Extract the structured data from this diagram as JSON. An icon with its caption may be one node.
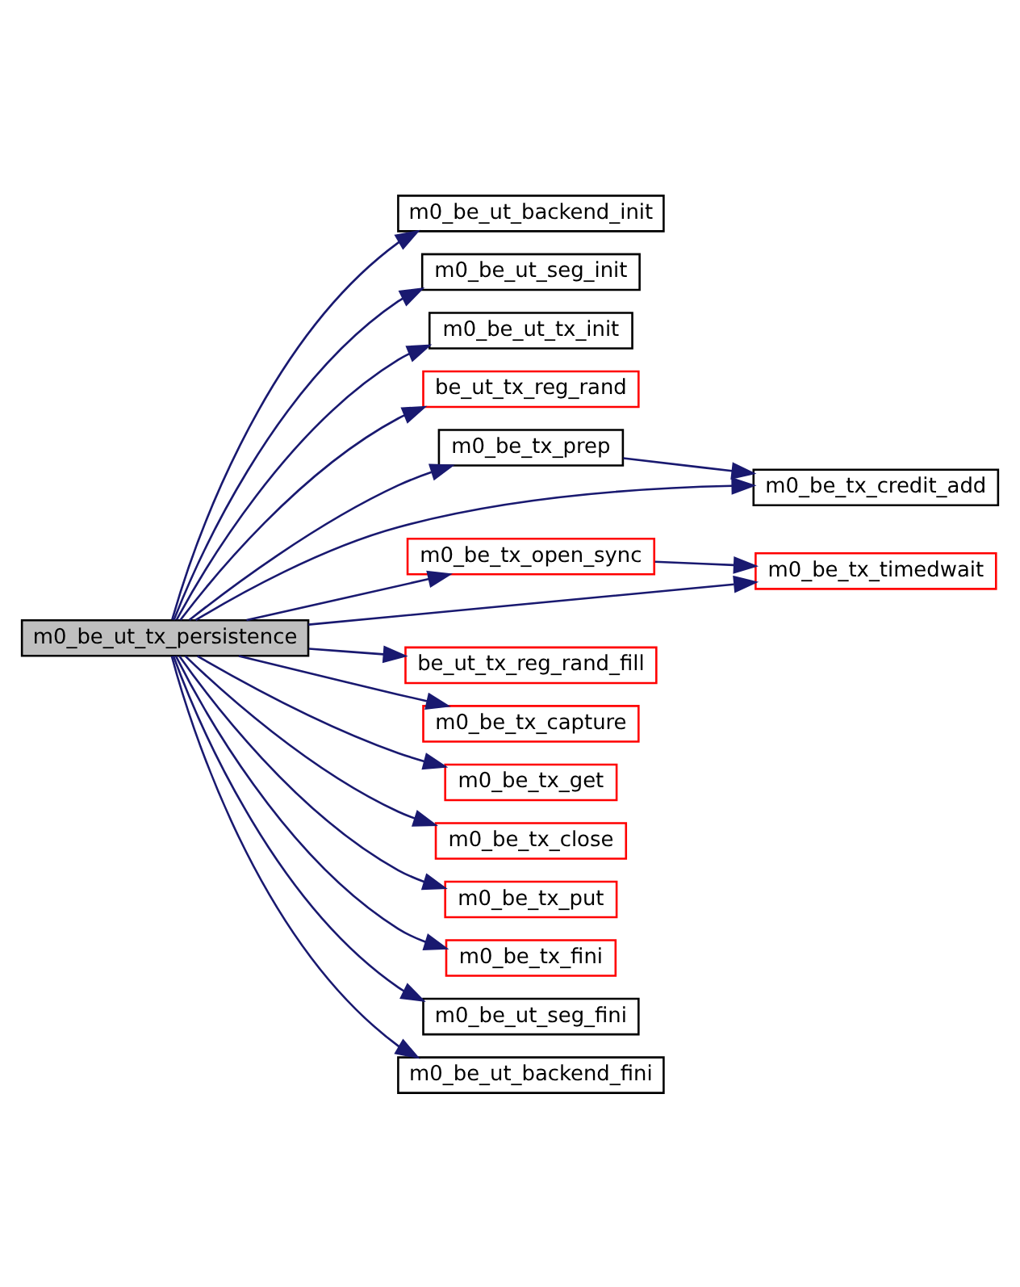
{
  "diagram": {
    "nodes": [
      {
        "text": [
          "m0_be_ut_tx_persistence"
        ]
      },
      {
        "text": [
          "m0_be_ut_backend_init"
        ]
      },
      {
        "text": [
          "m0_be_ut_seg_init"
        ]
      },
      {
        "text": [
          "m0_be_ut_tx_init"
        ]
      },
      {
        "text": [
          "be_ut_tx_reg_rand"
        ]
      },
      {
        "text": [
          "m0_be_tx_prep"
        ]
      },
      {
        "text": [
          "m0_be_tx_credit_add"
        ]
      },
      {
        "text": [
          "m0_be_tx_open_sync"
        ]
      },
      {
        "text": [
          "m0_be_tx_timedwait"
        ]
      },
      {
        "text": [
          "be_ut_tx_reg_rand_fill"
        ]
      },
      {
        "text": [
          "m0_be_tx_capture"
        ]
      },
      {
        "text": [
          "m0_be_tx_get"
        ]
      },
      {
        "text": [
          "m0_be_tx_close"
        ]
      },
      {
        "text": [
          "m0_be_tx_put"
        ]
      },
      {
        "text": [
          "m0_be_tx_fini"
        ]
      },
      {
        "text": [
          "m0_be_ut_seg_fini"
        ]
      },
      {
        "text": [
          "m0_be_ut_backend_fini"
        ]
      }
    ],
    "edges": [
      {
        "from": 0,
        "to": 1,
        "arrow": "to"
      },
      {
        "from": 0,
        "to": 2,
        "arrow": "to"
      },
      {
        "from": 0,
        "to": 3,
        "arrow": "to"
      },
      {
        "from": 0,
        "to": 4,
        "arrow": "to"
      },
      {
        "from": 0,
        "to": 6,
        "arrow": "to"
      },
      {
        "from": 0,
        "to": 5,
        "arrow": "to"
      },
      {
        "from": 5,
        "to": 6,
        "arrow": "to"
      },
      {
        "from": 0,
        "to": 7,
        "arrow": "to"
      },
      {
        "from": 7,
        "to": 8,
        "arrow": "to"
      },
      {
        "from": 0,
        "to": 8,
        "arrow": "to"
      },
      {
        "from": 0,
        "to": 9,
        "arrow": "to"
      },
      {
        "from": 0,
        "to": 10,
        "arrow": "to"
      },
      {
        "from": 0,
        "to": 11,
        "arrow": "to"
      },
      {
        "from": 0,
        "to": 12,
        "arrow": "to"
      },
      {
        "from": 0,
        "to": 13,
        "arrow": "to"
      },
      {
        "from": 0,
        "to": 14,
        "arrow": "to"
      },
      {
        "from": 0,
        "to": 15,
        "arrow": "to"
      },
      {
        "from": 0,
        "to": 16,
        "arrow": "to"
      }
    ]
  }
}
